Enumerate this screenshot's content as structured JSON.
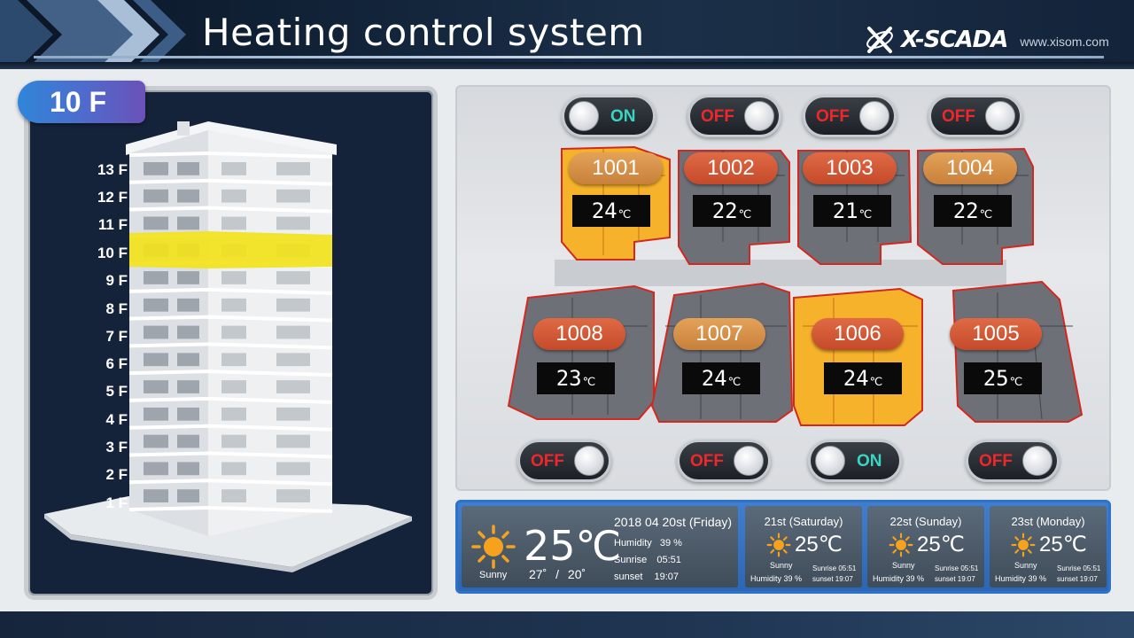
{
  "header": {
    "title": "Heating control system",
    "brand": "X-SCADA",
    "url": "www.xisom.com"
  },
  "building": {
    "current_floor": "10 F",
    "floors": [
      "13 F",
      "12 F",
      "11 F",
      "10 F",
      "9 F",
      "8 F",
      "7 F",
      "6 F",
      "5 F",
      "4 F",
      "3 F",
      "2 F",
      "1 F"
    ],
    "highlight_color": "#f2e21c"
  },
  "switches": {
    "top": [
      {
        "unit": "1001",
        "state": "ON"
      },
      {
        "unit": "1002",
        "state": "OFF"
      },
      {
        "unit": "1003",
        "state": "OFF"
      },
      {
        "unit": "1004",
        "state": "OFF"
      }
    ],
    "bottom": [
      {
        "unit": "1008",
        "state": "OFF"
      },
      {
        "unit": "1007",
        "state": "OFF"
      },
      {
        "unit": "1006",
        "state": "ON"
      },
      {
        "unit": "1005",
        "state": "OFF"
      }
    ]
  },
  "units": [
    {
      "id": "1001",
      "temp": "24",
      "unit": "℃",
      "heating": true
    },
    {
      "id": "1002",
      "temp": "22",
      "unit": "℃",
      "heating": false
    },
    {
      "id": "1003",
      "temp": "21",
      "unit": "℃",
      "heating": false
    },
    {
      "id": "1004",
      "temp": "22",
      "unit": "℃",
      "heating": false
    },
    {
      "id": "1008",
      "temp": "23",
      "unit": "℃",
      "heating": false
    },
    {
      "id": "1007",
      "temp": "24",
      "unit": "℃",
      "heating": false
    },
    {
      "id": "1006",
      "temp": "24",
      "unit": "℃",
      "heating": true
    },
    {
      "id": "1005",
      "temp": "25",
      "unit": "℃",
      "heating": false
    }
  ],
  "colors": {
    "on": "#38d6c2",
    "off": "#f0262a",
    "heating": "#f5a623",
    "label_active": "#c8803a",
    "label_idle": "#c54a2a"
  },
  "weather": {
    "today": {
      "temp": "25℃",
      "condition": "Sunny",
      "high": "27˚",
      "sep": "/",
      "low": "20˚",
      "date": "2018 04 20st (Friday)",
      "humidity_label": "Humidity",
      "humidity": "39 %",
      "sunrise_label": "Sunrise",
      "sunrise": "05:51",
      "sunset_label": "sunset",
      "sunset": "19:07"
    },
    "forecast": [
      {
        "day": "21st (Saturday)",
        "temp": "25℃",
        "condition": "Sunny",
        "humidity": "Humidity 39 %",
        "sunrise": "Sunrise 05:51",
        "sunset": "sunset  19:07"
      },
      {
        "day": "22st (Sunday)",
        "temp": "25℃",
        "condition": "Sunny",
        "humidity": "Humidity 39 %",
        "sunrise": "Sunrise 05:51",
        "sunset": "sunset  19:07"
      },
      {
        "day": "23st (Monday)",
        "temp": "25℃",
        "condition": "Sunny",
        "humidity": "Humidity 39 %",
        "sunrise": "Sunrise 05:51",
        "sunset": "sunset  19:07"
      }
    ]
  }
}
